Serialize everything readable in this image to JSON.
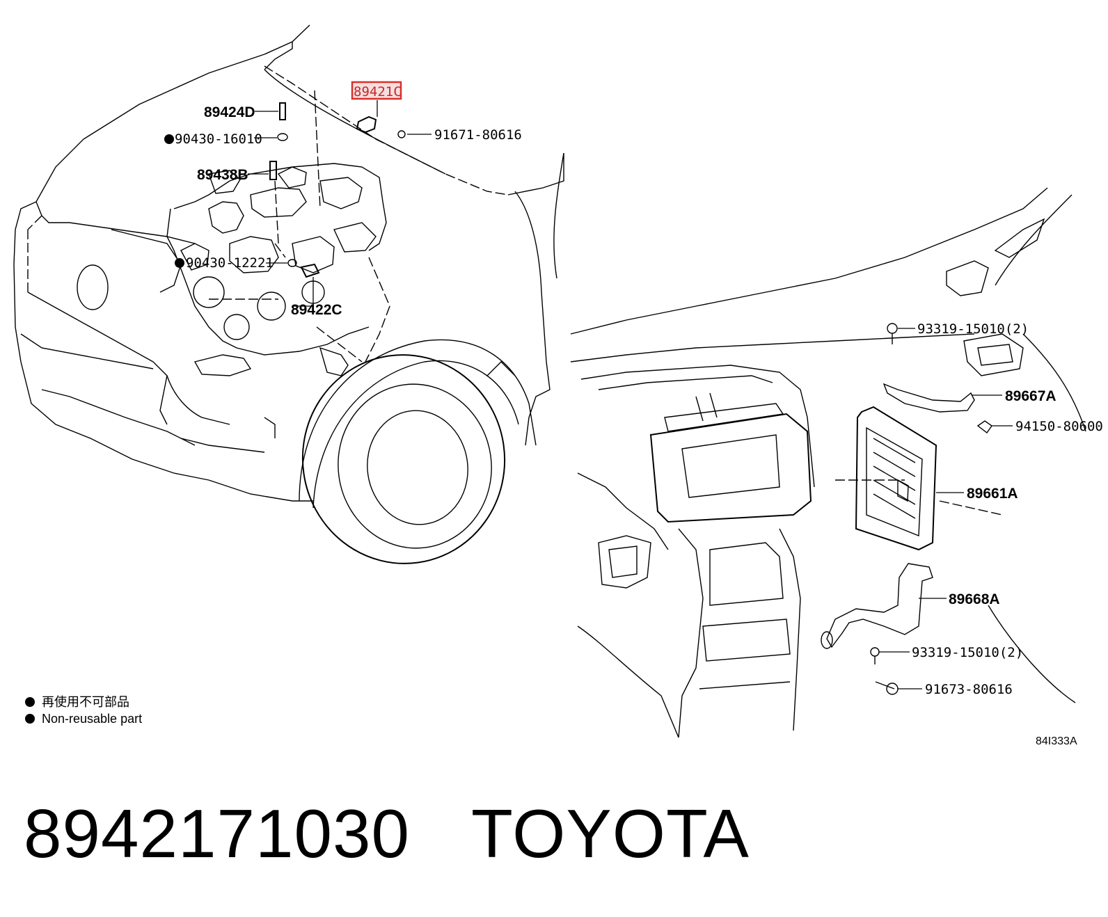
{
  "parts": {
    "p89421C": "89421C",
    "p89424D": "89424D",
    "p90430_16010": "90430-16010",
    "p91671_80616": "91671-80616",
    "p89438B": "89438B",
    "p90430_12221": "90430-12221",
    "p89422C": "89422C",
    "p93319_15010_top": "93319-15010(2)",
    "p89667A": "89667A",
    "p94150_80600": "94150-80600",
    "p89661A": "89661A",
    "p89668A": "89668A",
    "p93319_15010_bottom": "93319-15010(2)",
    "p91673_80616": "91673-80616"
  },
  "legend": {
    "line1": "再使用不可部品",
    "line2": "Non-reusable part"
  },
  "diagram_ref": "84I333A",
  "footer": {
    "part_number": "8942171030",
    "brand": "TOYOTA"
  },
  "highlight_color": "#d9302c"
}
